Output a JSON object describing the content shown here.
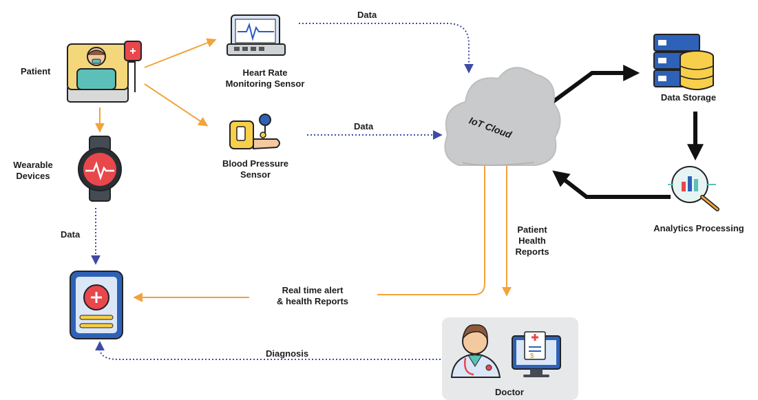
{
  "nodes": {
    "patient": "Patient",
    "heart_sensor": "Heart Rate\nMonitoring Sensor",
    "bp_sensor": "Blood Pressure\nSensor",
    "wearable": "Wearable\nDevices",
    "iot_cloud": "IoT Cloud",
    "data_storage": "Data Storage",
    "analytics": "Analytics Processing",
    "doctor": "Doctor"
  },
  "edges": {
    "data_top": "Data",
    "data_middle": "Data",
    "data_left": "Data",
    "patient_reports": "Patient\nHealth\nReports",
    "realtime_alert": "Real time alert\n& health Reports",
    "diagnosis": "Diagnosis"
  },
  "colors": {
    "orange_arrow": "#f2a33a",
    "dotted_arrow": "#3f4aa6",
    "black_arrow": "#111111",
    "cloud": "#c9cacc",
    "doctor_panel": "#e7e8ea",
    "accent_red": "#e8474c",
    "accent_teal": "#5cc0b8",
    "accent_yellow": "#f7cf4a",
    "accent_blue": "#4b7bd0"
  },
  "icons": [
    "patient-bed-icon",
    "heart-monitor-icon",
    "blood-pressure-icon",
    "smartwatch-icon",
    "cloud-icon",
    "database-server-icon",
    "analytics-magnifier-icon",
    "mobile-health-app-icon",
    "doctor-icon",
    "medical-report-monitor-icon"
  ]
}
